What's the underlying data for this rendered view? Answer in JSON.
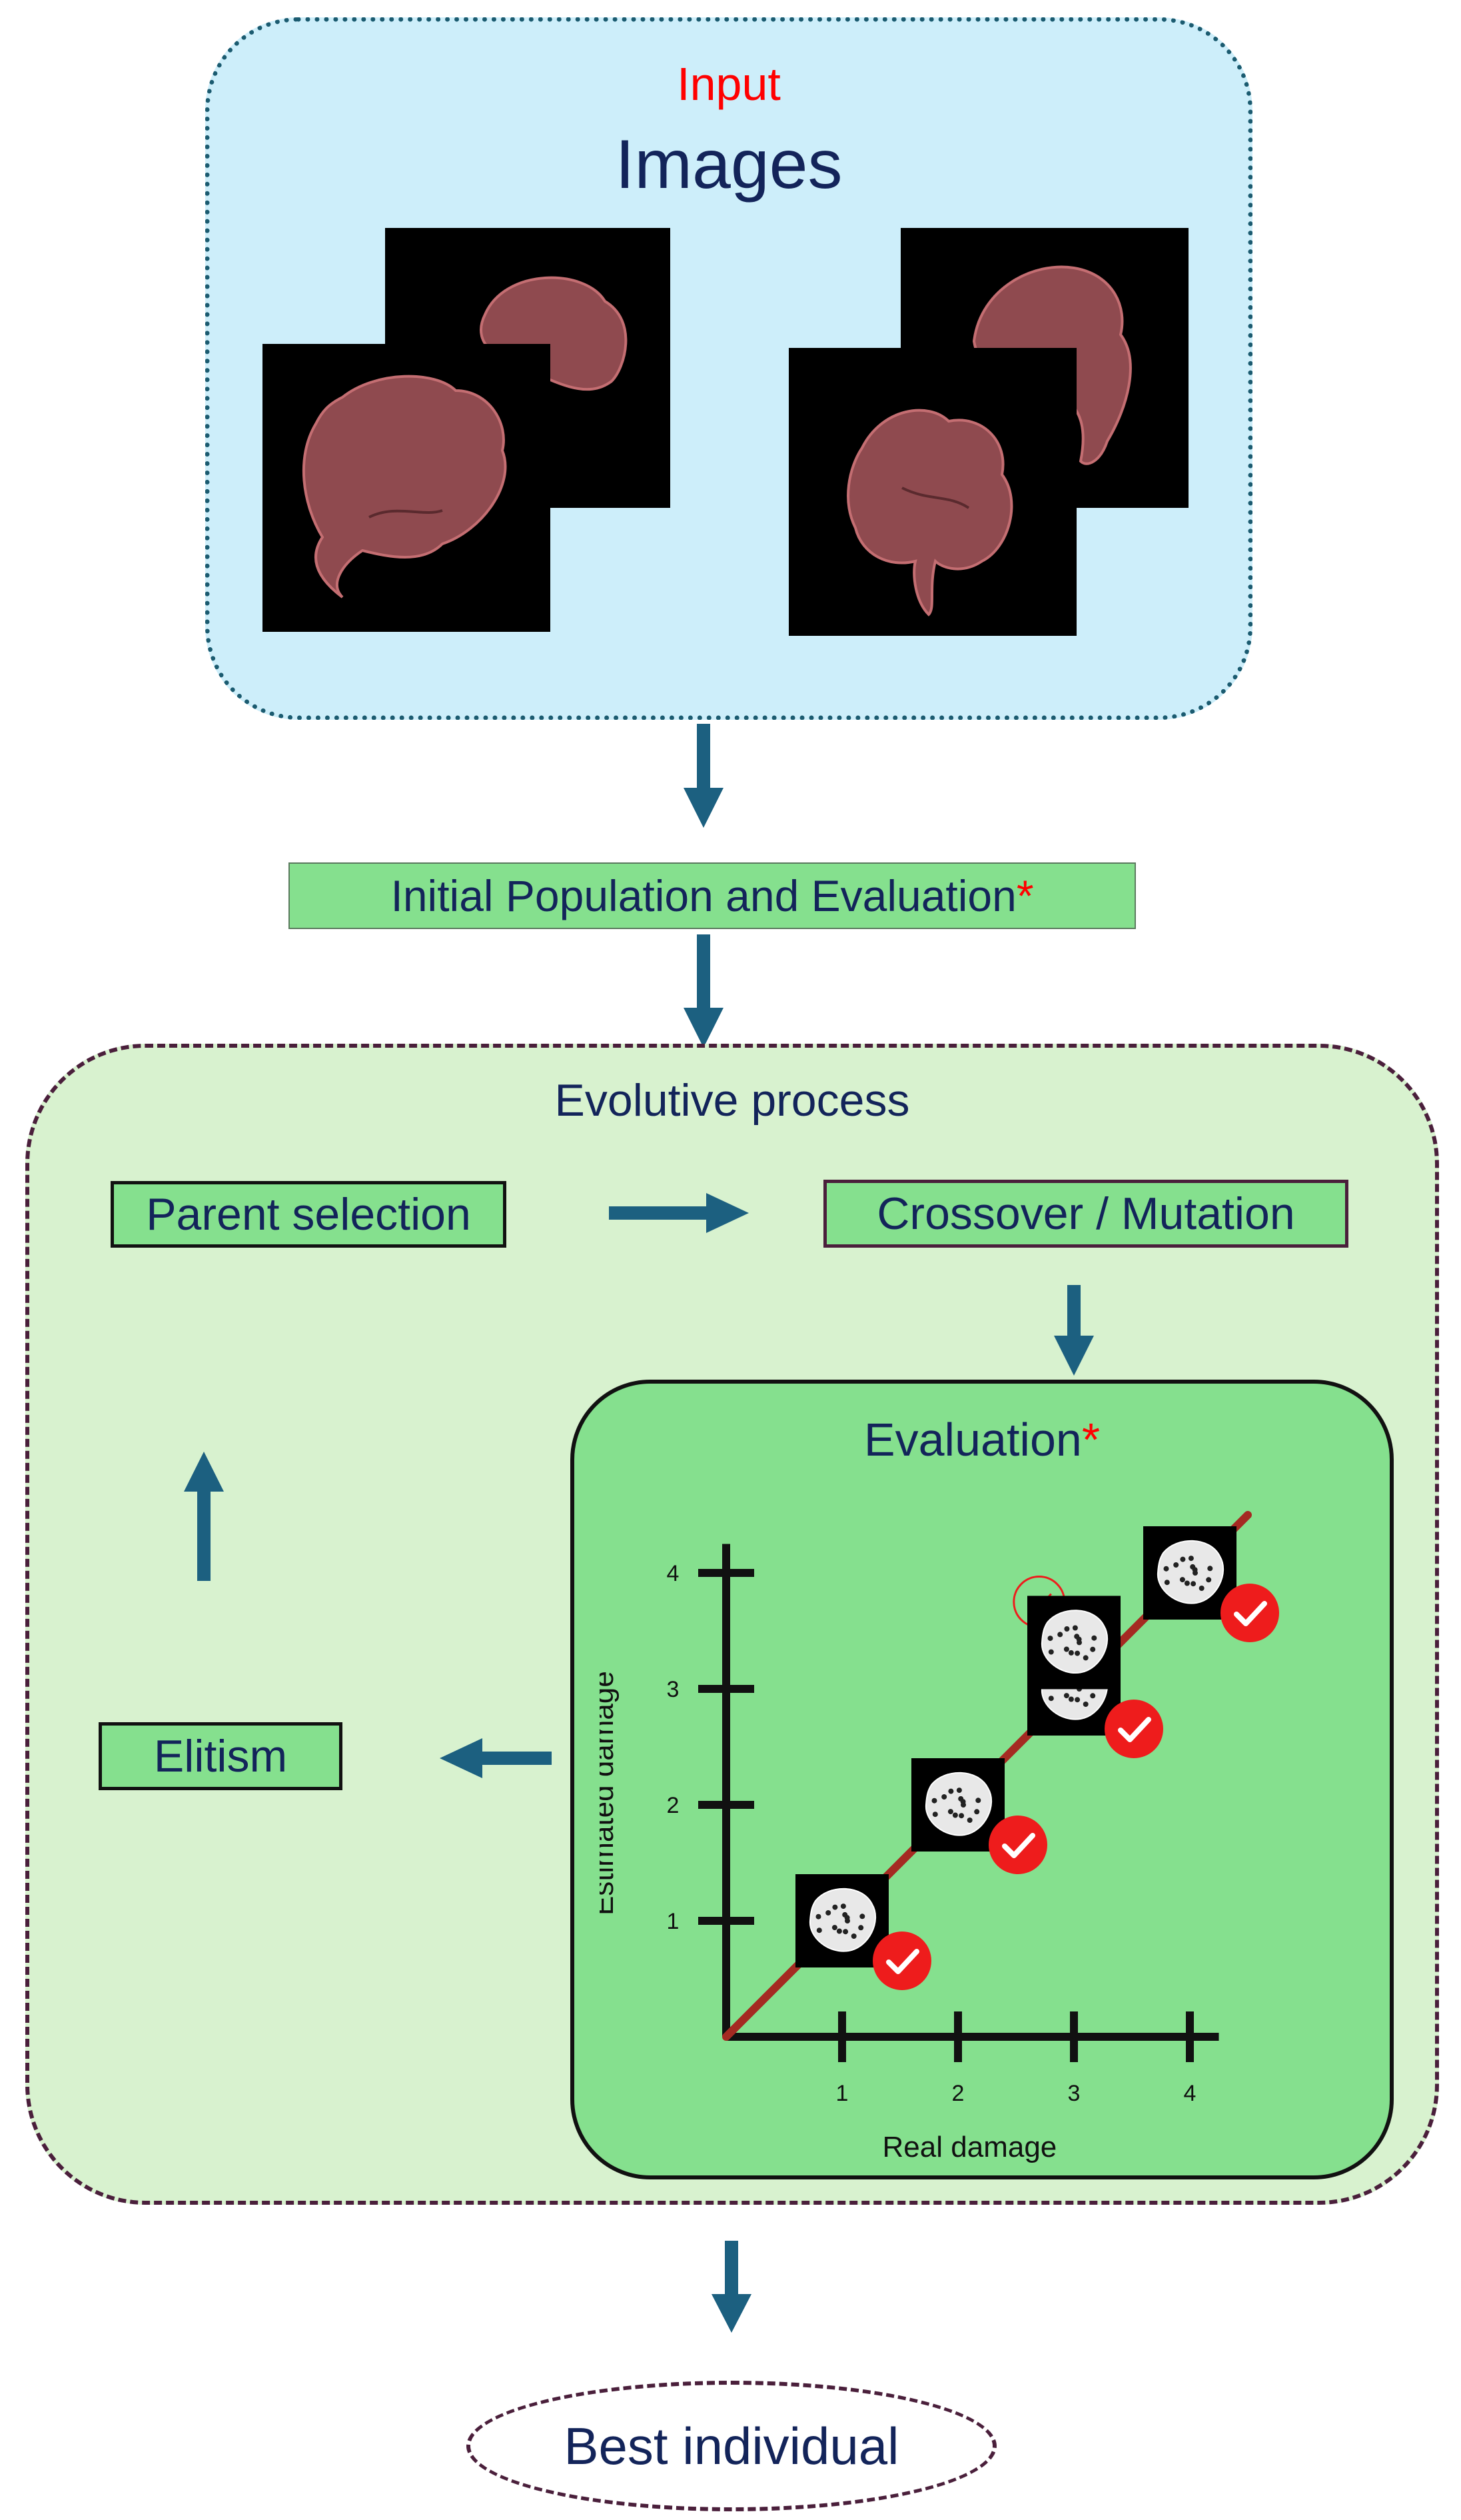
{
  "input": {
    "label": "Input",
    "title": "Images"
  },
  "initial": {
    "label": "Initial Population and Evaluation",
    "star": "*"
  },
  "evolutive": {
    "title": "Evolutive process",
    "parent_selection": "Parent selection",
    "crossover_mutation": "Crossover / Mutation",
    "elitism": "Elitism",
    "evaluation": {
      "label": "Evaluation",
      "star": "*"
    }
  },
  "best": "Best individual",
  "chart_data": {
    "type": "scatter",
    "xlabel": "Real damage",
    "ylabel": "Estimated damage",
    "xticks": [
      "1",
      "2",
      "3",
      "4"
    ],
    "yticks": [
      "1",
      "2",
      "3",
      "4"
    ],
    "xlim": [
      0,
      4.25
    ],
    "ylim": [
      0,
      4.25
    ],
    "points": [
      {
        "x": 1,
        "y": 1
      },
      {
        "x": 2,
        "y": 2
      },
      {
        "x": 3,
        "y": 3
      },
      {
        "x": 3,
        "y": 3.4
      },
      {
        "x": 4,
        "y": 4
      }
    ],
    "fit_line": {
      "from": [
        0,
        0
      ],
      "to": [
        4.5,
        4.5
      ],
      "color": "#a52a22"
    },
    "check_color": "#ee1c1c"
  },
  "colors": {
    "input_bg": "#cdeefa",
    "green_box": "#85e08e",
    "evo_bg": "#d8f2cf",
    "arrow": "#1c6080",
    "text": "#13245a",
    "star": "#ff0000"
  }
}
